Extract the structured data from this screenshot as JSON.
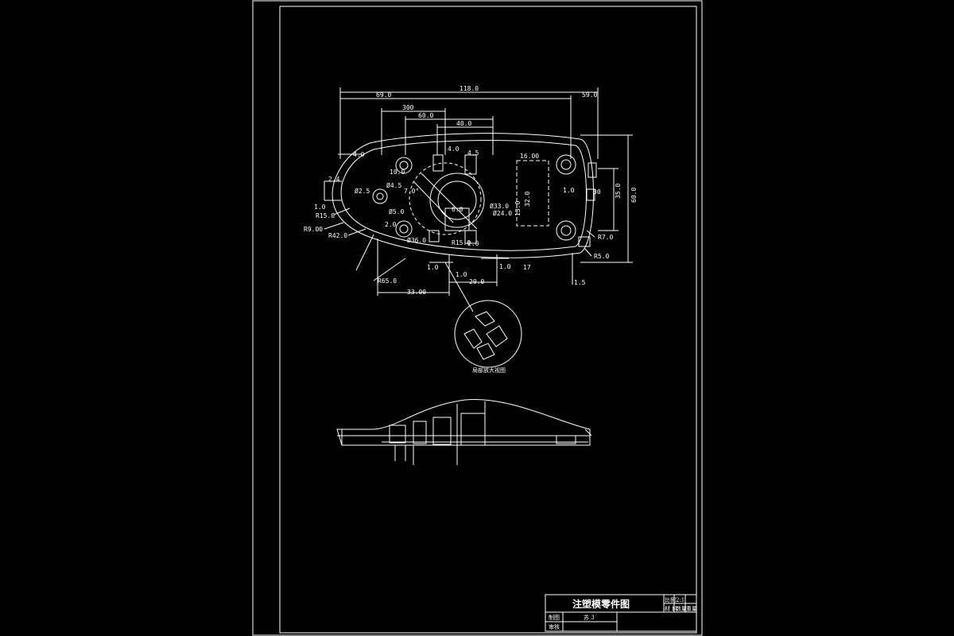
{
  "drawing": {
    "title": "注塑模零件图",
    "detail_caption": "局部放大视图",
    "title_block": {
      "drawn_label": "制图",
      "drawn_value": "苏 3",
      "checked_label": "审核",
      "scale_label": "比例",
      "scale_value": "2:1",
      "material_label": "材 料",
      "count_label": "数量",
      "weight_label": "重量"
    },
    "dimensions": {
      "overall_width": "118.0",
      "d_69": "69.0",
      "d_right_top": "59.0",
      "d_300": "300",
      "d_60": "60.0",
      "d_40": "40.0",
      "d_4": "4.0",
      "d_4_5": "4.5",
      "d_16": "16.00",
      "d_32": "32.0",
      "d_13": "13.0",
      "d_1_top": "1.0",
      "d_left_4": "4.0",
      "d_2_4": "2.4",
      "d_1_left": "1.0",
      "r15": "R15.0",
      "r9": "R9.00",
      "r42": "R42.0",
      "r65": "R65.0",
      "d_33_bottom": "33.00",
      "d_20": "20.0",
      "d_1_bot": "1.0",
      "d_1_bot2": "1.0",
      "d_1_5": "1.5",
      "d_17": "17",
      "r5": "R5.0",
      "r7": "R7.0",
      "h_60": "60.0",
      "h_35": "35.0",
      "dia_2_5": "Ø2.5",
      "dia_4_5": "Ø4.5",
      "dia_5": "Ø5.0",
      "d_2": "2.0",
      "dia_36": "Ø36.0",
      "r15b": "R15.0",
      "d_2b": "2.0",
      "dia_33": "Ø33.0",
      "dia_24": "Ø24.0",
      "d_1_0c": "1.0",
      "angle_7": "7.0°",
      "d_10": "10.0",
      "d_6": "6.0",
      "d_30": "30"
    }
  }
}
